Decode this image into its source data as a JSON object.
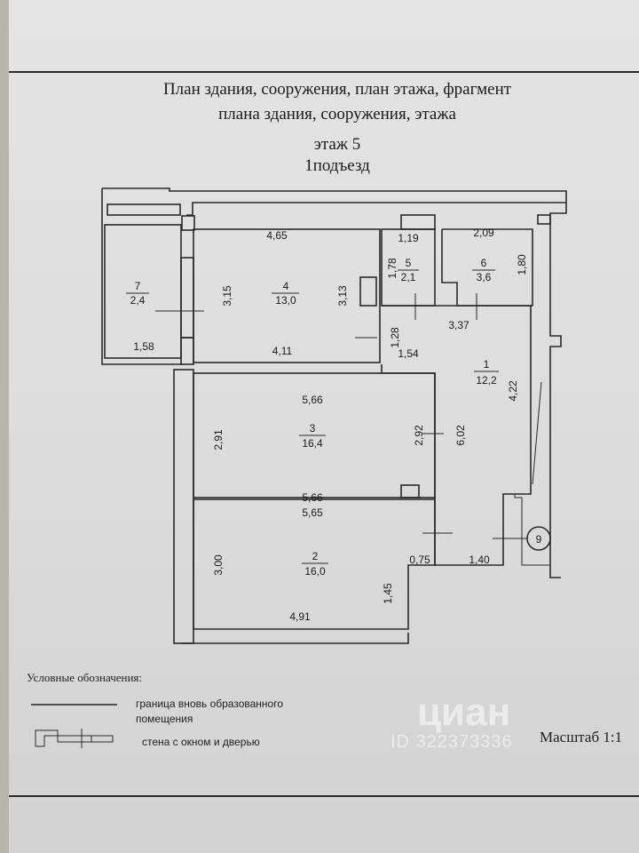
{
  "header": {
    "title_line1": "План здания, сооружения, план этажа, фрагмент",
    "title_line2": "плана здания, сооружения, этажа",
    "floor": "этаж 5",
    "entrance": "1подъезд"
  },
  "rooms": [
    {
      "number": "1",
      "area": "12,2"
    },
    {
      "number": "2",
      "area": "16,0"
    },
    {
      "number": "3",
      "area": "16,4"
    },
    {
      "number": "4",
      "area": "13,0"
    },
    {
      "number": "5",
      "area": "2,1"
    },
    {
      "number": "6",
      "area": "3,6"
    },
    {
      "number": "7",
      "area": "2,4"
    }
  ],
  "dimensions": {
    "r7_bottom": "1,58",
    "r4_top": "4,65",
    "r4_left": "3,15",
    "r4_right": "3,13",
    "r4_bottom": "4,11",
    "r5_top": "1,19",
    "r5_left": "1,78",
    "r6_top": "2,09",
    "r6_right": "1,80",
    "r1_top": "3,37",
    "r1_small_v": "1,28",
    "r1_small_h": "1,54",
    "r1_mid_v": "6,02",
    "r1_right": "4,22",
    "r3_top": "5,66",
    "r3_bottom": "5,66",
    "r3_left": "2,91",
    "r3_right": "2,92",
    "r2_top": "5,65",
    "r2_left": "3,00",
    "r2_step": "0,75",
    "r2_corridor": "1,40",
    "r2_right": "1,45",
    "r2_bottom": "4,91"
  },
  "marker": "9",
  "legend": {
    "title": "Условные обозначения:",
    "item1_line1": "граница  вновь образованного",
    "item1_line2": "помещения",
    "item2": "стена с окном и дверью"
  },
  "scale": "Масштаб 1:1",
  "watermark": {
    "brand": "циан",
    "id": "ID 322373336"
  }
}
